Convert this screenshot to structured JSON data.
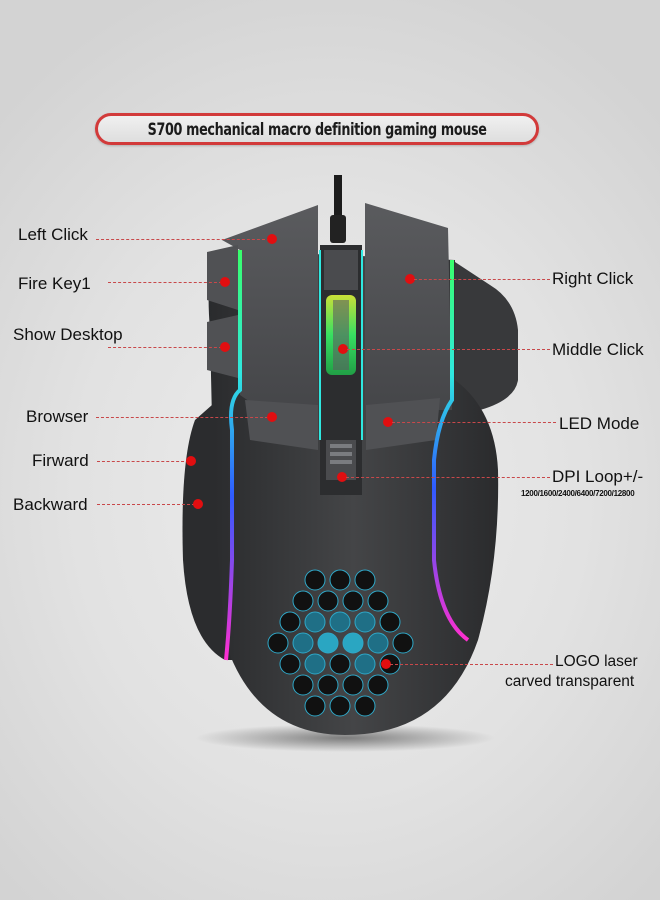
{
  "title": "S700 mechanical macro definition gaming mouse",
  "colors": {
    "accent_red": "#d23a3a",
    "callout_dot": "#e10e10",
    "mouse_body": "#3a3b3d",
    "rgb_green": "#39ff6a",
    "rgb_cyan": "#2fe8e0",
    "rgb_blue": "#2f5bff",
    "rgb_magenta": "#ff2fd0"
  },
  "callouts_left": [
    {
      "label": "Left Click"
    },
    {
      "label": "Fire Key1"
    },
    {
      "label": "Show Desktop"
    },
    {
      "label": "Browser"
    },
    {
      "label": "Firward"
    },
    {
      "label": "Backward"
    }
  ],
  "callouts_right": [
    {
      "label": "Right Click"
    },
    {
      "label": "Middle Click"
    },
    {
      "label": "LED Mode"
    },
    {
      "label": "DPI Loop+/-",
      "sub": "1200/1600/2400/6400/7200/12800"
    },
    {
      "label": "LOGO laser",
      "label2": "carved transparent"
    }
  ]
}
